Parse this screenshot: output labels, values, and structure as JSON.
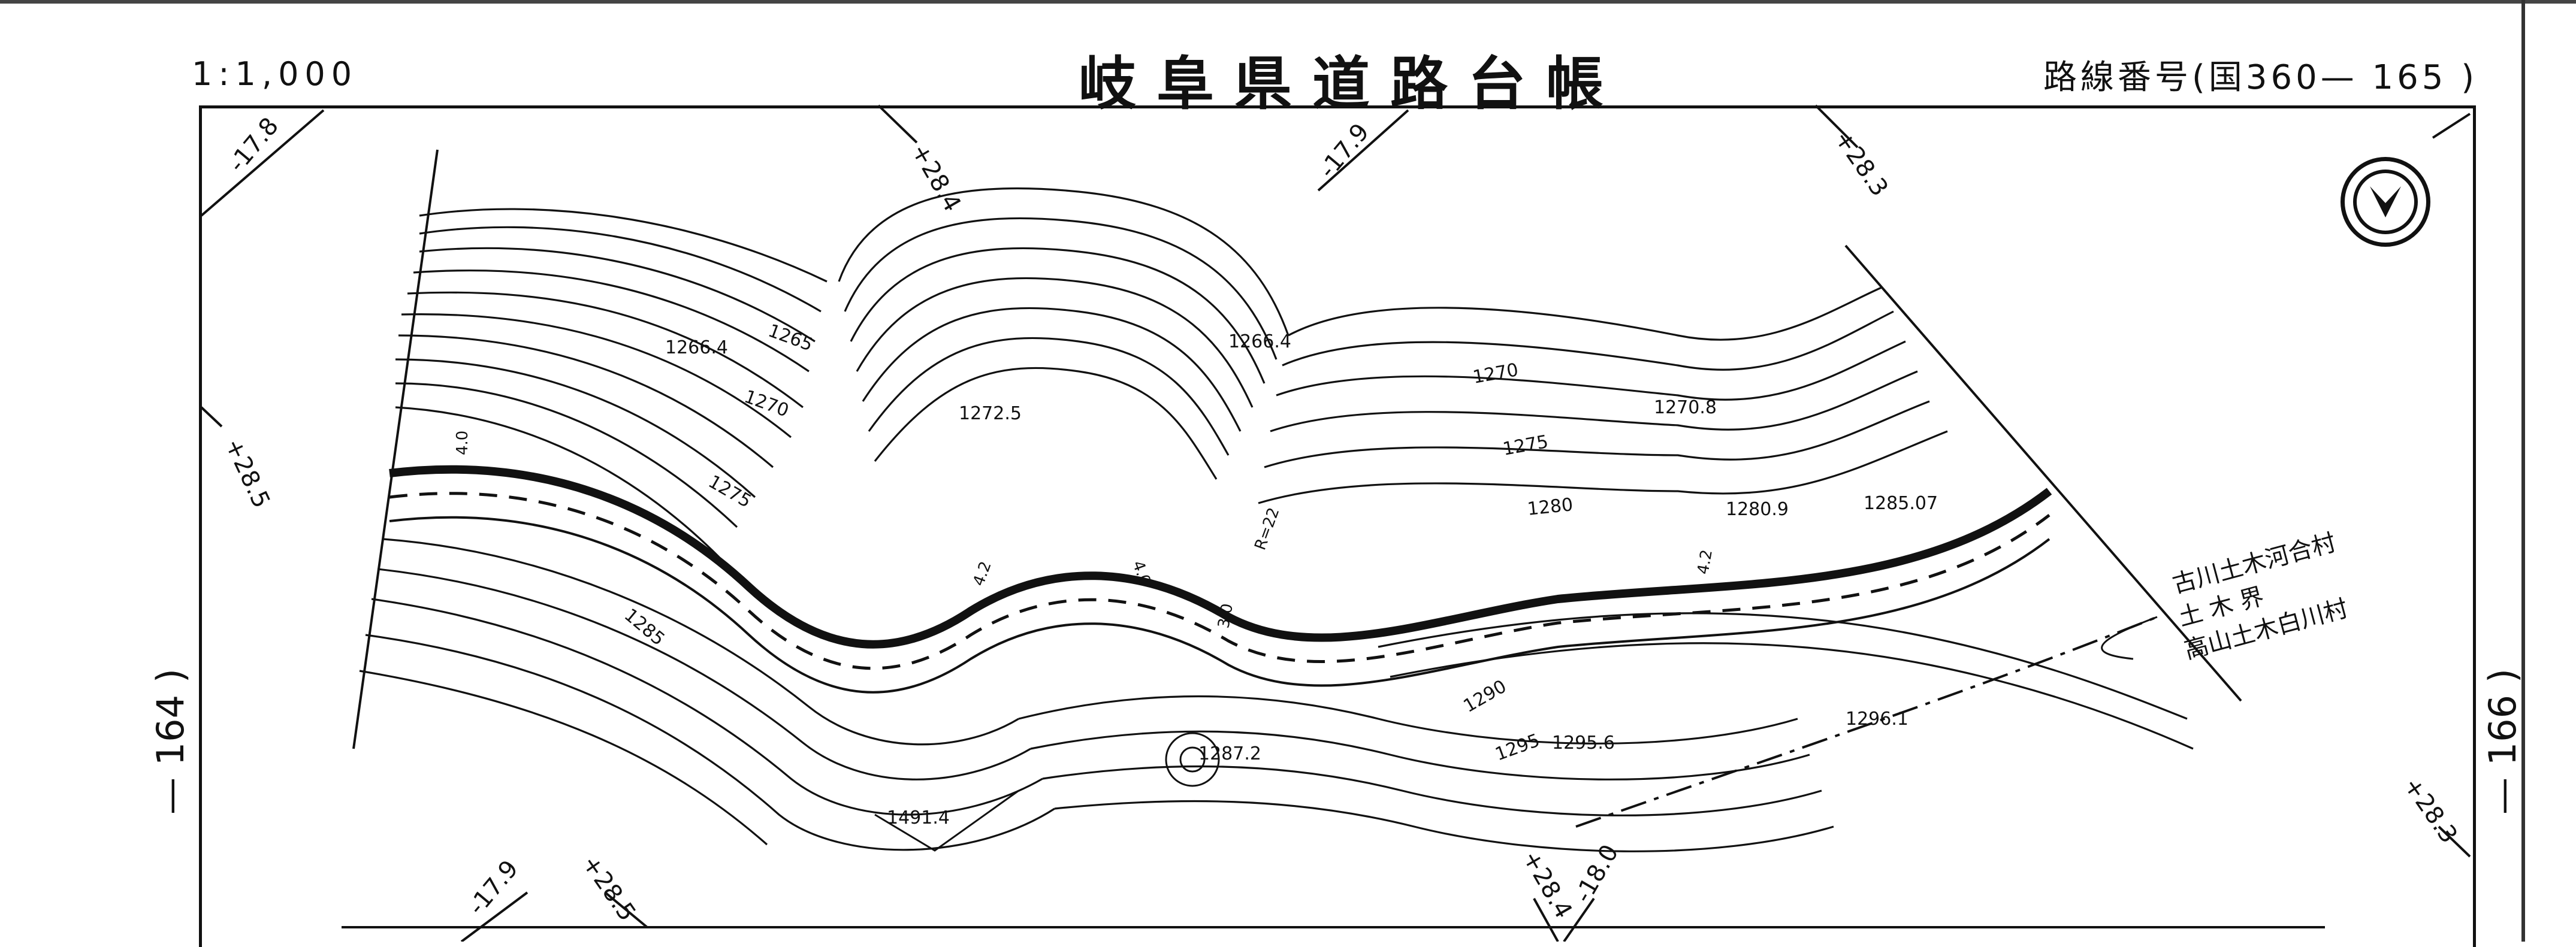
{
  "header": {
    "scale": "1:1,000",
    "title": "岐阜県道路台帳",
    "route": "路線番号(国360— 165 )"
  },
  "margins": {
    "left_sheet": "— 164 )",
    "right_sheet": "— 166 )"
  },
  "grid_labels": [
    "-17.8",
    "+28.4",
    "-17.9",
    "+28.3",
    "+28.5",
    "-17.9",
    "+28.5",
    "+28.4",
    "-18.0",
    "+28.3"
  ],
  "elevations": [
    "1266.4",
    "1265",
    "1270",
    "1275",
    "1266.4",
    "1272.5",
    "1270",
    "1270.8",
    "1275",
    "1280",
    "1280.9",
    "1285.07",
    "1285",
    "1290",
    "1295",
    "1295.6",
    "1296.1",
    "1287.2",
    "1491.4"
  ],
  "road_marks": [
    "4.0",
    "4.2",
    "4.0",
    "3.0",
    "4.2",
    "R=22"
  ],
  "boundary_label": {
    "line1": "古川土木河合村",
    "line2": "土 木 界",
    "line3": "高山土木白川村"
  },
  "north_arrow": "north-arrow-icon"
}
